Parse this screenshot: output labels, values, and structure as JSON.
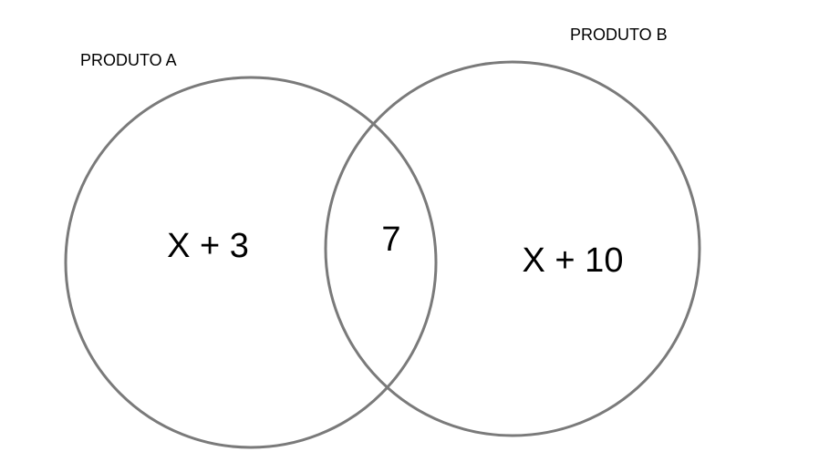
{
  "diagram": {
    "type": "venn",
    "colors": {
      "circle_stroke": "#7a7a7a",
      "text": "#000000",
      "background": "#ffffff"
    },
    "sets": [
      {
        "id": "a",
        "label": "PRODUTO A"
      },
      {
        "id": "b",
        "label": "PRODUTO B"
      }
    ],
    "regions": {
      "a_only": "X + 3",
      "intersection": "7",
      "b_only": "X + 10"
    }
  }
}
